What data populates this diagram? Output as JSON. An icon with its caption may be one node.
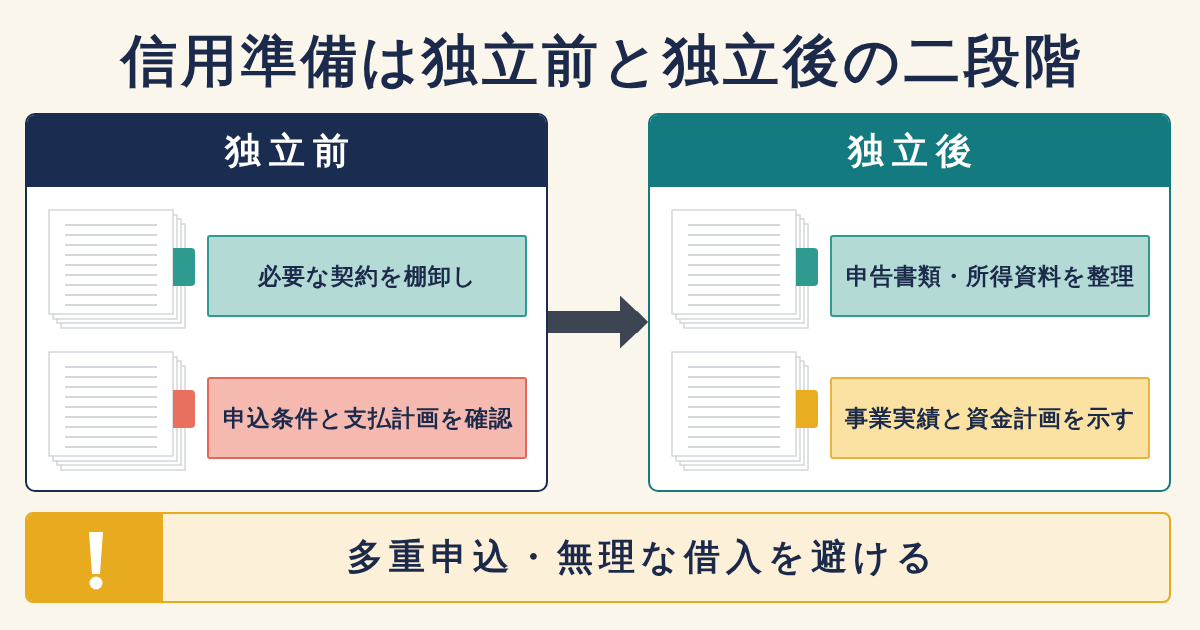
{
  "diagram": {
    "title": "信用準備は独立前と独立後の二段階",
    "nodes": [
      {
        "text": [
          "独立前"
        ]
      },
      {
        "text": [
          "必要な契約を棚卸し"
        ],
        "in": 0
      },
      {
        "text": [
          "申込条件と支払計画を確認"
        ],
        "in": 0
      },
      {
        "text": [
          "独立後"
        ]
      },
      {
        "text": [
          "申告書類・所得資料を整理"
        ],
        "in": 3
      },
      {
        "text": [
          "事業実績と資金計画を示す"
        ],
        "in": 3
      },
      {
        "text": [
          "多重申込・無理な借入を避ける"
        ]
      }
    ],
    "edges": [
      {
        "from": 0,
        "to": 3,
        "arrow": "to"
      }
    ]
  }
}
